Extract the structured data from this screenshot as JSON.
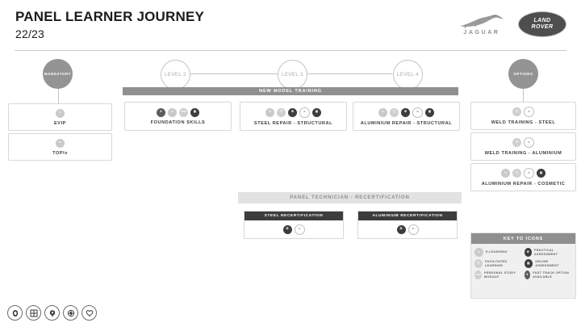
{
  "header": {
    "title": "PANEL LEARNER JOURNEY",
    "subtitle": "22/23",
    "logos": {
      "jaguar_word": "JAGUAR",
      "landrover_line1": "LAND",
      "landrover_line2": "ROVER"
    }
  },
  "nodes": {
    "mandatory": "MANDATORY",
    "options": "OPTIONS",
    "level2": "LEVEL 2",
    "level3": "LEVEL 3",
    "level4": "LEVEL 4"
  },
  "bands": {
    "new_model_training": "NEW MODEL TRAINING",
    "panel_recertification": "PANEL TECHNICIAN - RECERTIFICATION"
  },
  "mandatory_cards": [
    {
      "label": "EVIP",
      "icons": [
        "e-learning"
      ]
    },
    {
      "label": "TOPIx",
      "icons": [
        "e-learning"
      ]
    }
  ],
  "training_cards": [
    {
      "label": "FOUNDATION SKILLS",
      "icons": [
        "fast-track",
        "e-learning",
        "personal-study-module",
        "online-assessment"
      ]
    },
    {
      "label": "STEEL REPAIR - STRUCTURAL",
      "icons": [
        "e-learning",
        "facilitated-learning",
        "practical-assessment",
        "practical-outline",
        "online-assessment"
      ]
    },
    {
      "label": "ALUMINIUM REPAIR - STRUCTURAL",
      "icons": [
        "e-learning",
        "facilitated-learning",
        "practical-assessment",
        "practical-outline",
        "online-assessment"
      ]
    }
  ],
  "option_cards": [
    {
      "label": "WELD TRAINING - STEEL",
      "icons": [
        "facilitated-learning",
        "practical-outline"
      ]
    },
    {
      "label": "WELD TRAINING - ALUMINIUM",
      "icons": [
        "facilitated-learning",
        "practical-outline"
      ]
    },
    {
      "label": "ALUMINIUM REPAIR - COSMETIC",
      "icons": [
        "e-learning",
        "facilitated-learning",
        "practical-outline",
        "online-assessment"
      ]
    }
  ],
  "recert_cards": [
    {
      "label": "STEEL RECERTIFICATION",
      "icons": [
        "practical-assessment",
        "practical-outline"
      ]
    },
    {
      "label": "ALUMINIUM RECERTIFICATION",
      "icons": [
        "practical-assessment",
        "practical-outline"
      ]
    }
  ],
  "key": {
    "title": "KEY TO ICONS",
    "items": [
      {
        "icon": "e-learning",
        "label": "E-LEARNING"
      },
      {
        "icon": "practical-assessment",
        "label": "PRACTICAL ASSESSMENT"
      },
      {
        "icon": "facilitated-learning",
        "label": "FACILITATED LEARNING"
      },
      {
        "icon": "online-assessment",
        "label": "ONLINE ASSESSMENT"
      },
      {
        "icon": "personal-study-module",
        "label": "PERSONAL STUDY MODULE"
      },
      {
        "icon": "fast-track",
        "label": "FAST TRACK OPTION AVAILABLE"
      }
    ]
  },
  "pillars": [
    "fingerprint-icon",
    "grid-icon",
    "tree-icon",
    "compass-icon",
    "heart-icon"
  ],
  "colors": {
    "band_gray": "#8f8f8f",
    "band_light": "#e2e2e2",
    "dark_icon": "#3d3d3d",
    "light_icon": "#cfcfcf",
    "node_fill": "#949494",
    "card_border": "#d8d8d8"
  }
}
